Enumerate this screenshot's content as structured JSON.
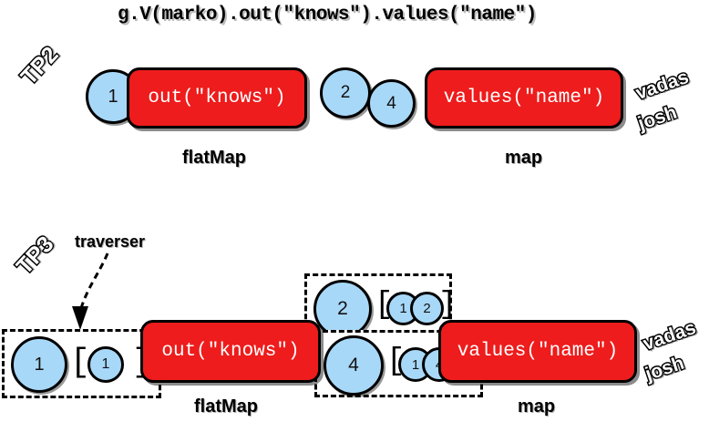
{
  "diagram": {
    "title": "g.V(marko).out(\"knows\").values(\"name\")",
    "accent_red": "#ee1c1c",
    "accent_blue": "#a8d8f8",
    "outline_color": "#000000"
  },
  "tp2": {
    "row_label": "TP2",
    "start_circle": "1",
    "step1": "out(\"knows\")",
    "mid_circle_a": "2",
    "mid_circle_b": "4",
    "step2": "values(\"name\")",
    "step1_label": "flatMap",
    "step2_label": "map",
    "result_a": "vadas",
    "result_b": "josh"
  },
  "tp3": {
    "row_label": "TP3",
    "annotation": "traverser",
    "step1": "out(\"knows\")",
    "step2": "values(\"name\")",
    "step1_label": "flatMap",
    "step2_label": "map",
    "result_a": "vadas",
    "result_b": "josh",
    "bracket_open": "[",
    "bracket_close": "]",
    "traversers": [
      {
        "name": "traverser-in",
        "value": "1",
        "path": [
          "1"
        ]
      },
      {
        "name": "traverser-out-upper",
        "value": "2",
        "path": [
          "1",
          "2"
        ]
      },
      {
        "name": "traverser-out-lower",
        "value": "4",
        "path": [
          "1",
          "4"
        ]
      }
    ]
  }
}
